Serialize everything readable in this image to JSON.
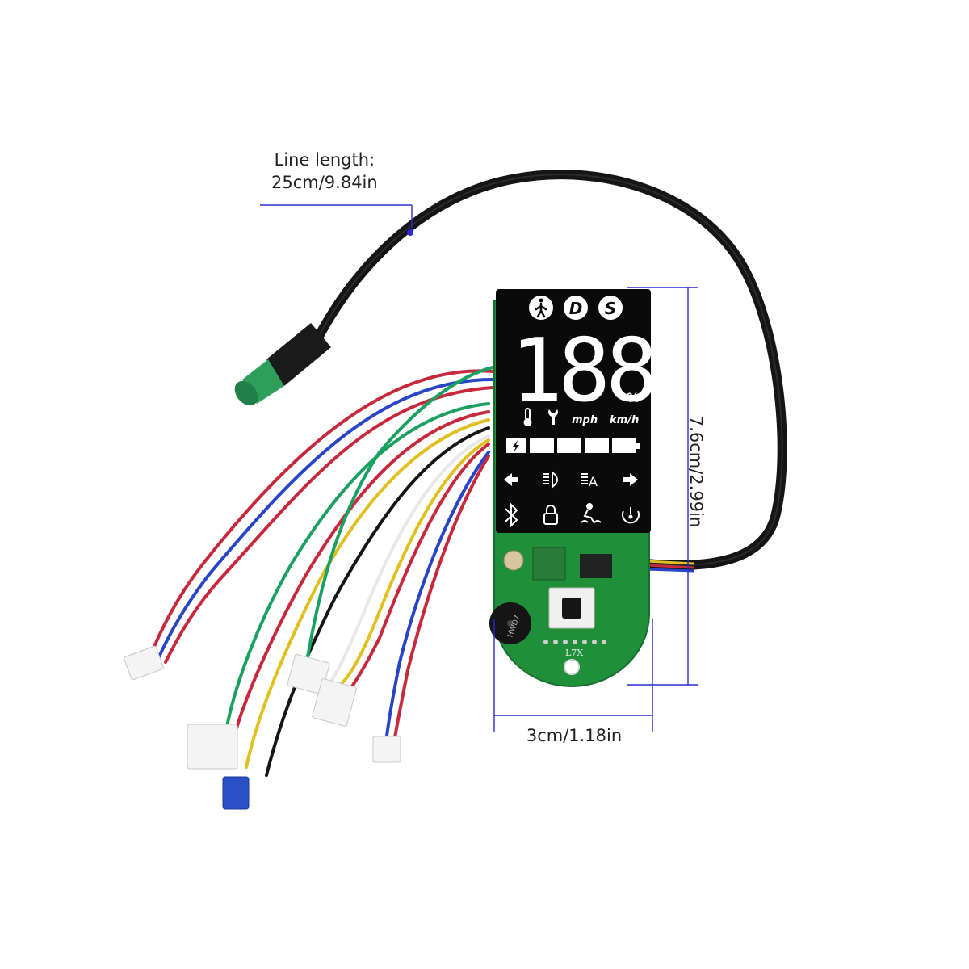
{
  "dimensions": {
    "line_length_title": "Line length:",
    "line_length_value": "25cm/9.84in",
    "height": "7.6cm/2.99in",
    "width": "3cm/1.18in"
  },
  "display": {
    "mode_pedestrian": "pedestrian-icon",
    "mode_d": "D",
    "mode_s": "S",
    "speed_digits": "188",
    "percent": "%",
    "unit_mph": "mph",
    "unit_kmh": "km/h",
    "battery_segments": 5,
    "icons": [
      "thermometer-icon",
      "wrench-icon",
      "lightning-icon",
      "arrow-left-icon",
      "headlight-icon",
      "auto-light-icon",
      "arrow-right-icon",
      "bluetooth-icon",
      "lock-icon",
      "cruise-icon",
      "tire-pressure-icon"
    ]
  },
  "pcb": {
    "silkscreen": "L7X",
    "buzzer_text": "HWD7"
  },
  "colors": {
    "pcb_green": "#1f8f3a",
    "lcd_black": "#0a0a0a",
    "dimension_line": "#2a2ad0",
    "cable": "#151515",
    "wire_red": "#c8283c",
    "wire_blue": "#2845c8",
    "wire_green": "#1aa060",
    "wire_yellow": "#e0c020",
    "wire_white": "#e8e8e8"
  }
}
